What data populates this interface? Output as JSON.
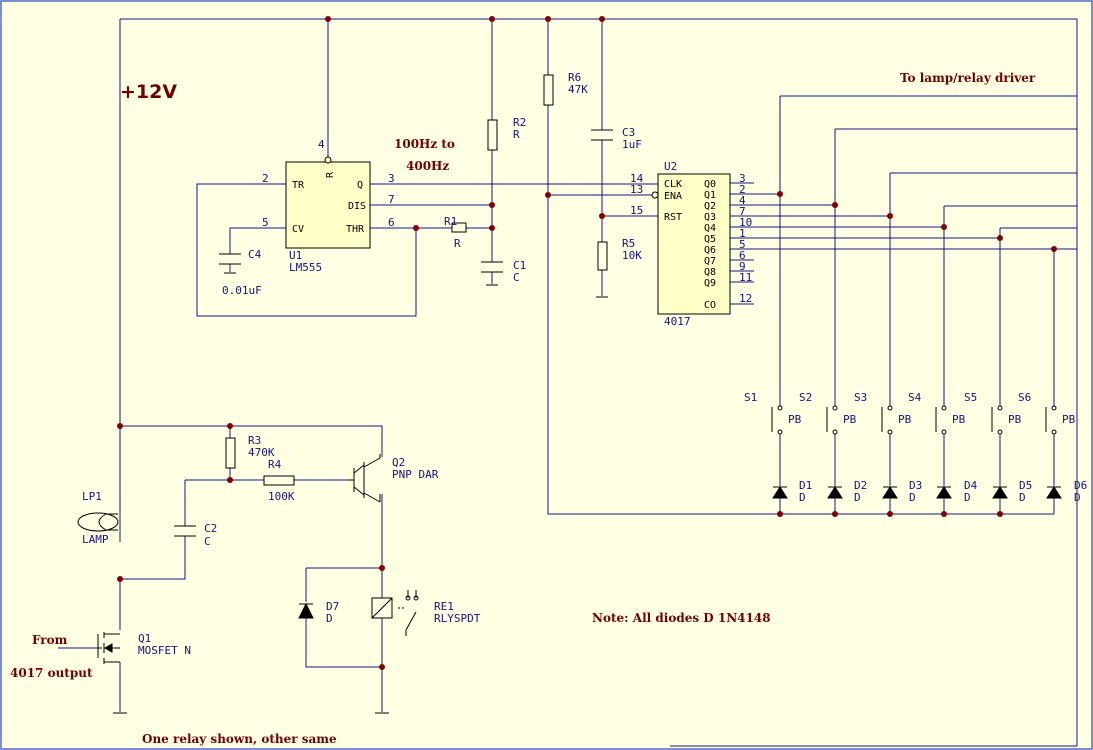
{
  "annotations": {
    "supply": "+12V",
    "freq_line1": "100Hz to",
    "freq_line2": "400Hz",
    "to_driver": "To lamp/relay driver",
    "note": "Note: All diodes D 1N4148",
    "from_line1": "From",
    "from_line2": "4017 output",
    "one_relay": "One relay shown, other same"
  },
  "u1": {
    "ref": "U1",
    "value": "LM555",
    "pins": {
      "tr": "TR",
      "q": "Q",
      "dis": "DIS",
      "cv": "CV",
      "thr": "THR",
      "r": "R"
    },
    "pin_numbers": {
      "tr": "2",
      "q": "3",
      "dis": "7",
      "cv": "5",
      "thr": "6",
      "r": "4"
    }
  },
  "u2": {
    "ref": "U2",
    "value": "4017",
    "inputs": [
      {
        "label": "CLK",
        "pin": "14"
      },
      {
        "label": "ENA",
        "pin": "13"
      },
      {
        "label": "RST",
        "pin": "15"
      }
    ],
    "outputs": [
      {
        "label": "Q0",
        "pin": "3"
      },
      {
        "label": "Q1",
        "pin": "2"
      },
      {
        "label": "Q2",
        "pin": "4"
      },
      {
        "label": "Q3",
        "pin": "7"
      },
      {
        "label": "Q4",
        "pin": "10"
      },
      {
        "label": "Q5",
        "pin": "1"
      },
      {
        "label": "Q6",
        "pin": "5"
      },
      {
        "label": "Q7",
        "pin": "6"
      },
      {
        "label": "Q8",
        "pin": "9"
      },
      {
        "label": "Q9",
        "pin": "11"
      },
      {
        "label": "CO",
        "pin": "12"
      }
    ]
  },
  "passives": {
    "r2": {
      "ref": "R2",
      "value": "R"
    },
    "r1": {
      "ref": "R1",
      "value": "R"
    },
    "c1": {
      "ref": "C1",
      "value": "C"
    },
    "c4": {
      "ref": "C4",
      "value": "0.01uF"
    },
    "r6": {
      "ref": "R6",
      "value": "47K"
    },
    "c3": {
      "ref": "C3",
      "value": "1uF"
    },
    "r5": {
      "ref": "R5",
      "value": "10K"
    },
    "r3": {
      "ref": "R3",
      "value": "470K"
    },
    "r4": {
      "ref": "R4",
      "value": "100K"
    },
    "c2": {
      "ref": "C2",
      "value": "C"
    },
    "lp1": {
      "ref": "LP1",
      "value": "LAMP"
    },
    "q1": {
      "ref": "Q1",
      "value": "MOSFET N"
    },
    "q2": {
      "ref": "Q2",
      "value": "PNP DAR"
    },
    "d7": {
      "ref": "D7",
      "value": "D"
    },
    "re1": {
      "ref": "RE1",
      "value": "RLYSPDT"
    }
  },
  "switches": [
    {
      "ref": "S1",
      "value": "PB"
    },
    {
      "ref": "S2",
      "value": "PB"
    },
    {
      "ref": "S3",
      "value": "PB"
    },
    {
      "ref": "S4",
      "value": "PB"
    },
    {
      "ref": "S5",
      "value": "PB"
    },
    {
      "ref": "S6",
      "value": "PB"
    }
  ],
  "diodes": [
    {
      "ref": "D1",
      "value": "D"
    },
    {
      "ref": "D2",
      "value": "D"
    },
    {
      "ref": "D3",
      "value": "D"
    },
    {
      "ref": "D4",
      "value": "D"
    },
    {
      "ref": "D5",
      "value": "D"
    },
    {
      "ref": "D6",
      "value": "D"
    }
  ]
}
